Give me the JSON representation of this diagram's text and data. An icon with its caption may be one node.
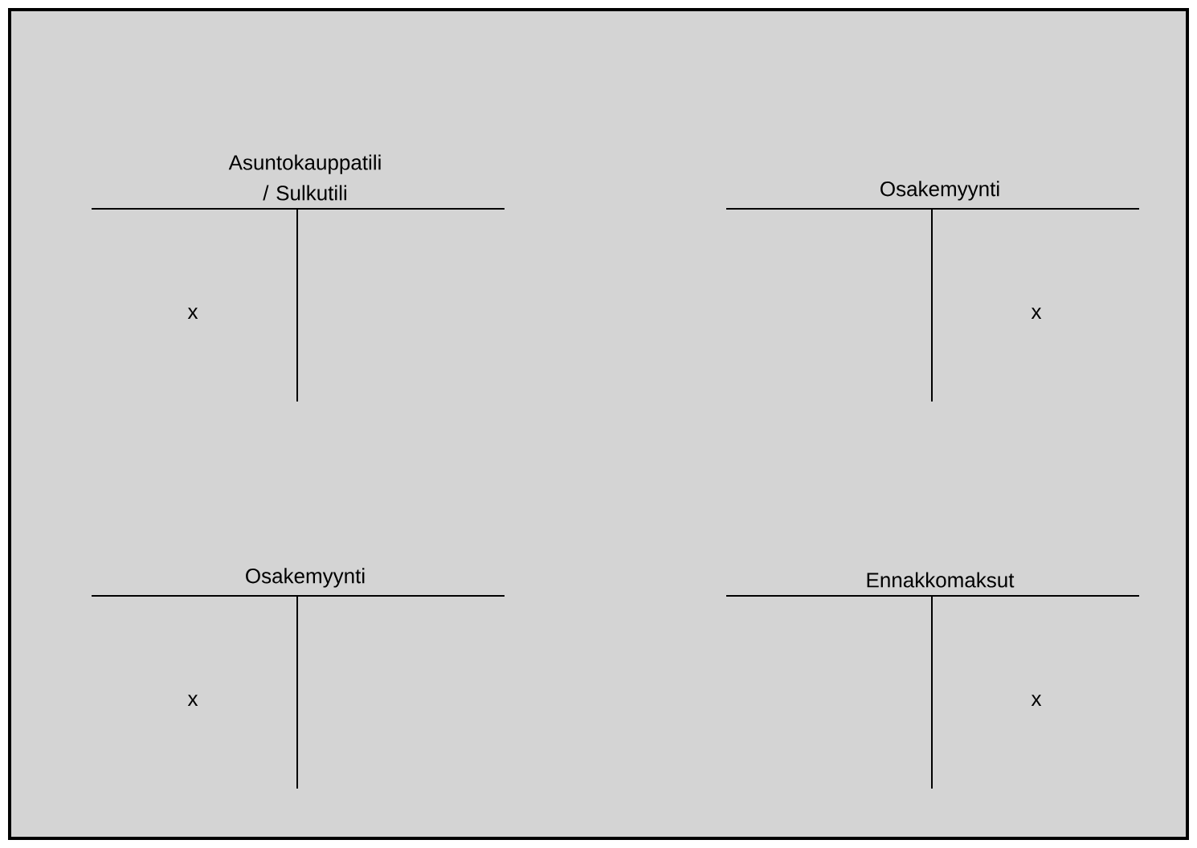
{
  "diagram": {
    "nodes": [
      {
        "text": [
          "Asuntokauppatili / Sulkutili",
          "x"
        ]
      },
      {
        "text": [
          "Osakemyynti",
          "x"
        ]
      },
      {
        "text": [
          "Osakemyynti",
          "x"
        ]
      },
      {
        "text": [
          "Ennakkomaksut",
          "x"
        ]
      }
    ]
  }
}
